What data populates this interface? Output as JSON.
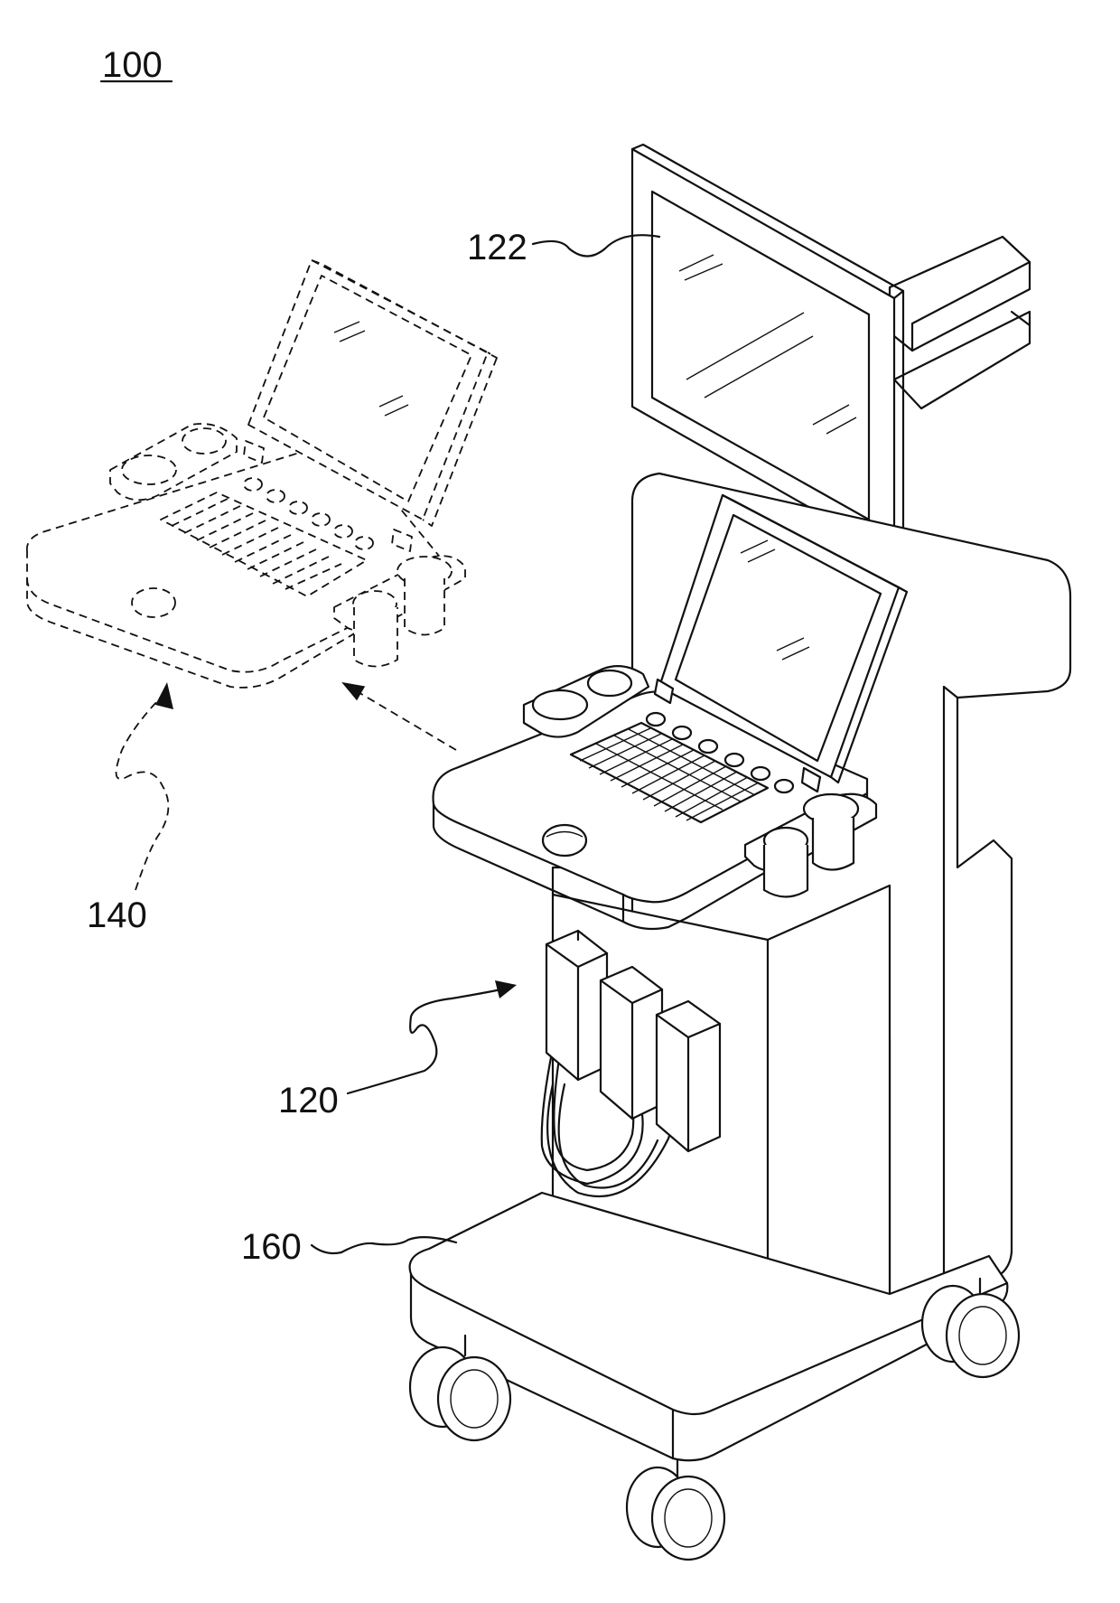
{
  "figure": {
    "number": "100"
  },
  "reference_labels": {
    "monitor": "122",
    "detached_panel": "140",
    "main_body": "120",
    "cart_base": "160"
  },
  "colors": {
    "ink": "#111111",
    "paper": "#ffffff"
  }
}
